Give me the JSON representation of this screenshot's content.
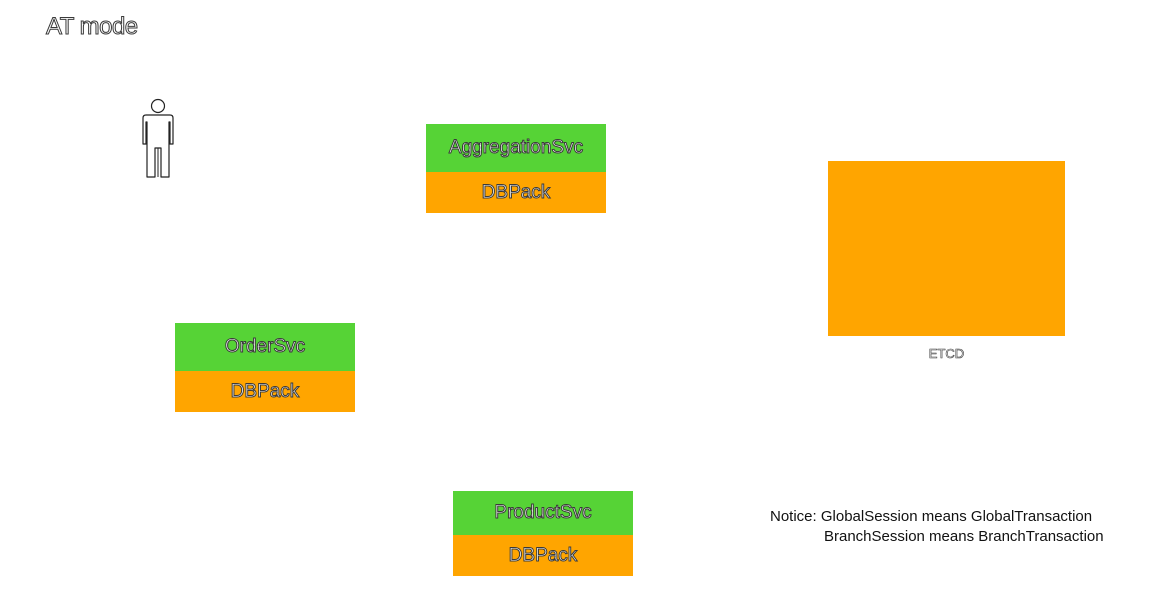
{
  "title": "AT mode",
  "actor": {
    "icon": "person-icon"
  },
  "services": [
    {
      "name": "AggregationSvc",
      "db": "DBPack"
    },
    {
      "name": "OrderSvc",
      "db": "DBPack"
    },
    {
      "name": "ProductSvc",
      "db": "DBPack"
    }
  ],
  "etcd": {
    "label": "ETCD"
  },
  "notice": {
    "line1": "Notice: GlobalSession means GlobalTransaction",
    "line2": "BranchSession means BranchTransaction"
  },
  "colors": {
    "service": "#56d336",
    "dbpack": "#ffa500",
    "etcd": "#ffa500"
  }
}
